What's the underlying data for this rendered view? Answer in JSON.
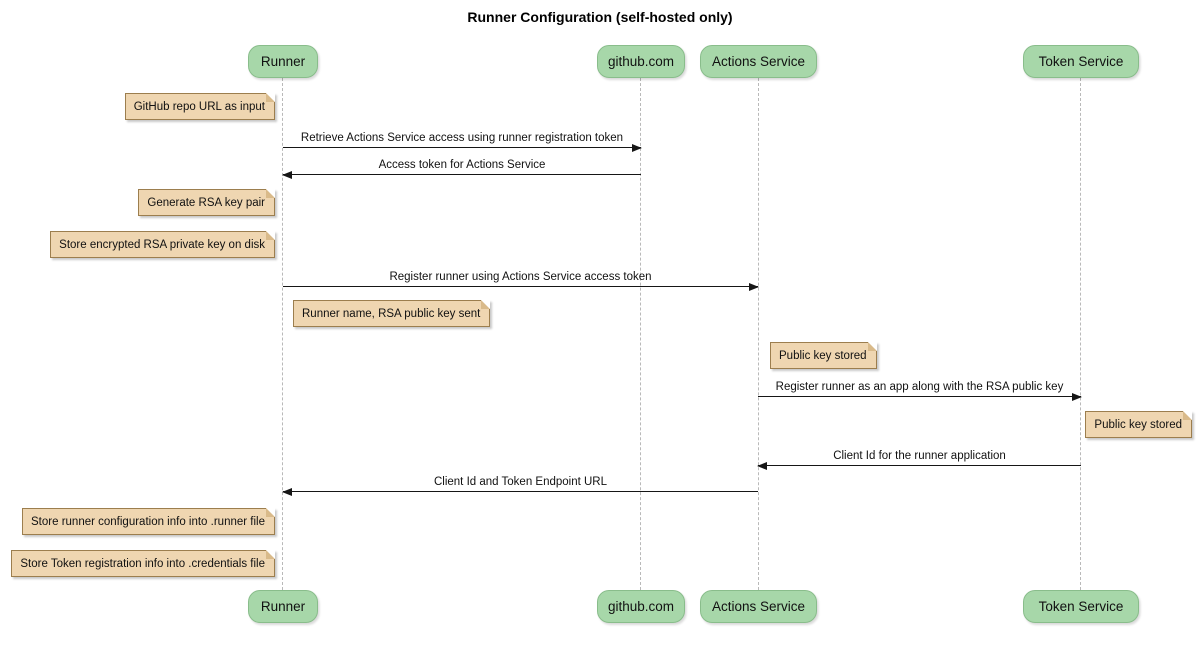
{
  "title": "Runner Configuration (self-hosted only)",
  "colors": {
    "participant_fill": "#A7D7A9",
    "participant_border": "#89BD8B",
    "note_fill": "#EFD6B1",
    "note_border": "#9C7E4E",
    "lifeline": "#B9B9B9",
    "arrow": "#161616",
    "background": "#FFFFFF"
  },
  "diagram_type": "sequence",
  "participants": [
    {
      "label": "Runner"
    },
    {
      "label": "github.com"
    },
    {
      "label": "Actions Service"
    },
    {
      "label": "Token Service"
    }
  ],
  "notes": [
    {
      "text": "GitHub repo URL as input",
      "near": "Runner"
    },
    {
      "text": "Generate RSA key pair",
      "near": "Runner"
    },
    {
      "text": "Store encrypted RSA private key on disk",
      "near": "Runner"
    },
    {
      "text": "Runner name, RSA public key sent",
      "near": "Runner"
    },
    {
      "text": "Public key stored",
      "near": "Actions Service"
    },
    {
      "text": "Public key stored",
      "near": "Token Service"
    },
    {
      "text": "Store runner configuration info into .runner file",
      "near": "Runner"
    },
    {
      "text": "Store Token registration info into .credentials file",
      "near": "Runner"
    }
  ],
  "messages": [
    {
      "label": "Retrieve Actions Service access using runner registration token",
      "from": "Runner",
      "to": "github.com"
    },
    {
      "label": "Access token for Actions Service",
      "from": "github.com",
      "to": "Runner"
    },
    {
      "label": "Register runner using Actions Service access token",
      "from": "Runner",
      "to": "Actions Service"
    },
    {
      "label": "Register runner as an app along with the RSA public key",
      "from": "Actions Service",
      "to": "Token Service"
    },
    {
      "label": "Client Id for the runner application",
      "from": "Token Service",
      "to": "Actions Service"
    },
    {
      "label": "Client Id and Token Endpoint URL",
      "from": "Actions Service",
      "to": "Runner"
    }
  ]
}
